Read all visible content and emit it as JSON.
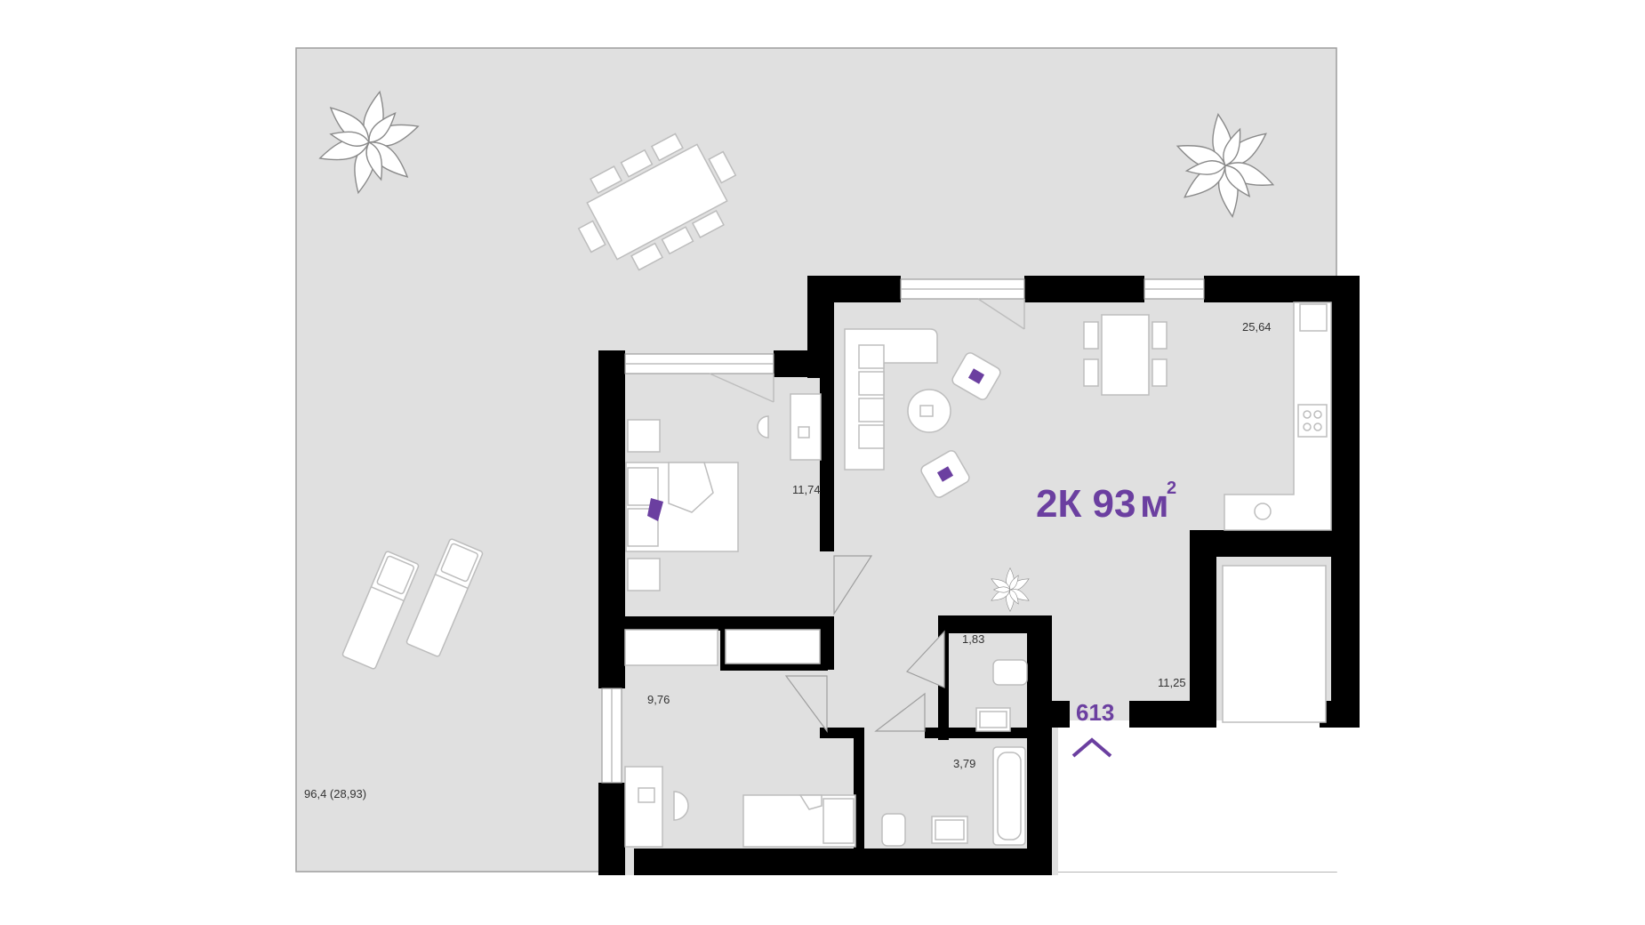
{
  "plan": {
    "title": "2К 93",
    "unit": "м",
    "unit_power": "2",
    "apartment_number": "613"
  },
  "rooms": [
    {
      "id": "terrace",
      "area": "96,4 (28,93)"
    },
    {
      "id": "living-kitchen",
      "area": "25,64"
    },
    {
      "id": "bedroom-1",
      "area": "11,74"
    },
    {
      "id": "bedroom-2",
      "area": "9,76"
    },
    {
      "id": "hallway",
      "area": "11,25"
    },
    {
      "id": "wc",
      "area": "1,83"
    },
    {
      "id": "bathroom",
      "area": "3,79"
    }
  ],
  "colors": {
    "accent": "#6b3fa0",
    "floor": "#e0e0e0",
    "wall": "#000000",
    "furniture": "#ffffff"
  },
  "icons": [
    "entrance-arrow-icon",
    "plant-icon"
  ]
}
